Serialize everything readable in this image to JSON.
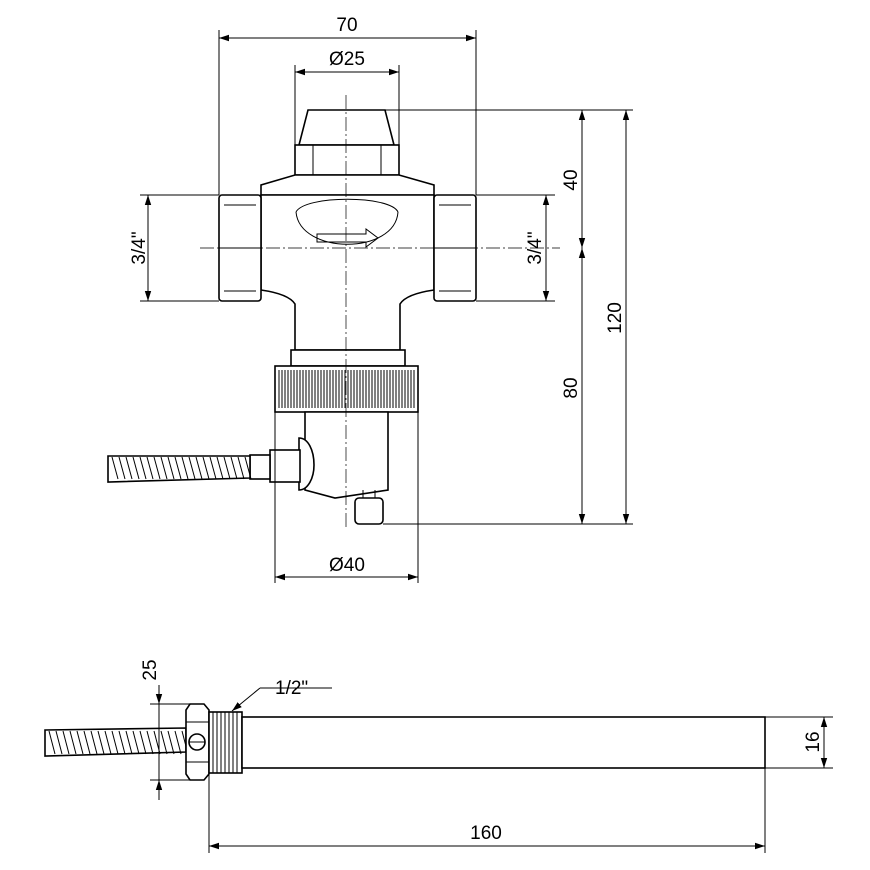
{
  "dimensions": {
    "top_width": "70",
    "cap_diameter": "Ø25",
    "inlet_thread": "3/4\"",
    "outlet_thread": "3/4\"",
    "upper_height": "40",
    "lower_height": "80",
    "total_height": "120",
    "bottom_diameter": "Ø40",
    "nut_height": "25",
    "probe_thread": "1/2\"",
    "probe_diameter": "16",
    "probe_length": "160"
  }
}
